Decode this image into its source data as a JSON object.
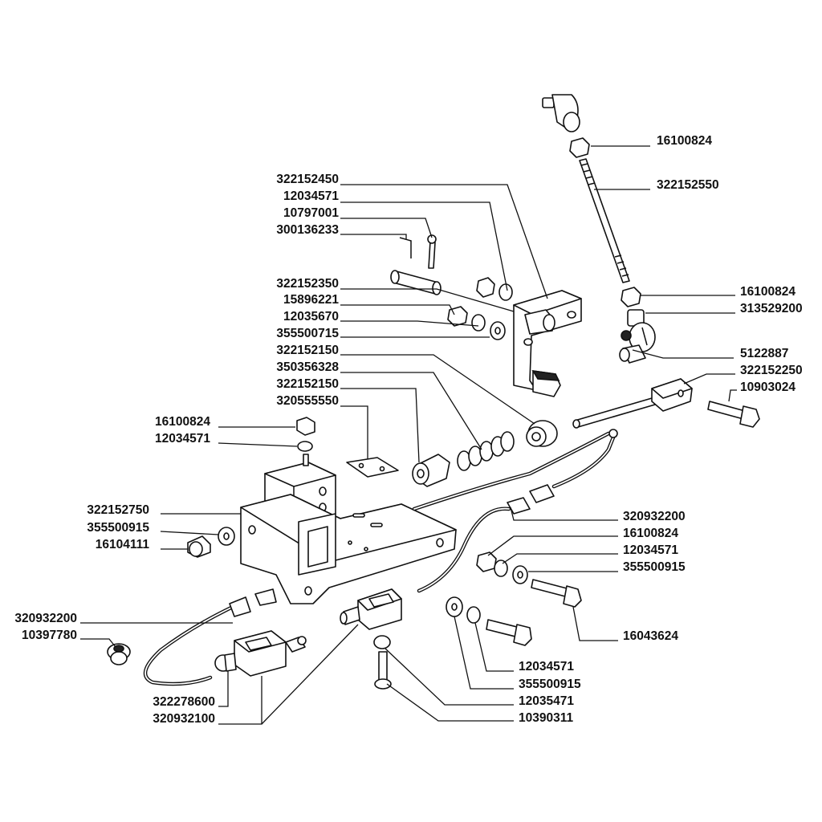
{
  "diagram": {
    "part_numbers": [
      "16100824",
      "322152550",
      "322152450",
      "12034571",
      "10797001",
      "300136233",
      "322152350",
      "15896221",
      "12035670",
      "355500715",
      "322152150",
      "350356328",
      "322152150",
      "320555550",
      "16100824",
      "12034571",
      "16100824",
      "313529200",
      "5122887",
      "322152250",
      "10903024",
      "322152750",
      "355500915",
      "16104111",
      "320932200",
      "16100824",
      "12034571",
      "355500915",
      "320932200",
      "10397780",
      "16043624",
      "12034571",
      "355500915",
      "12035471",
      "322278600",
      "320932100",
      "10390311"
    ]
  }
}
